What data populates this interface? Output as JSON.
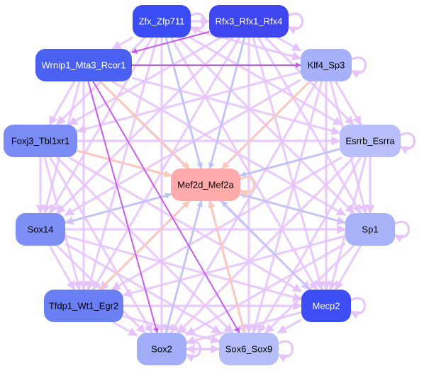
{
  "colors": {
    "edge_default": "#e6c3fb",
    "edge_strong": "#c45cf2",
    "edge_blue": "#b8c6f5",
    "edge_peach": "#fcc9b8",
    "center_fill": "#ffabab"
  },
  "nodes": [
    {
      "id": "zfx",
      "label": "Zfx_Zfp711",
      "fill": "#3a4df5",
      "text_color": "#ffffff"
    },
    {
      "id": "rfx",
      "label": "Rfx3_Rfx1_Rfx4",
      "fill": "#3f46f0",
      "text_color": "#ffffff"
    },
    {
      "id": "wrnip",
      "label": "Wrnip1_Mta3_Rcor1",
      "fill": "#4a60f0",
      "text_color": "#ffffff"
    },
    {
      "id": "klf4",
      "label": "Klf4_Sp3",
      "fill": "#a7b1fa",
      "text_color": "#000000"
    },
    {
      "id": "foxj3",
      "label": "Foxj3_Tbl1xr1",
      "fill": "#7b8cf7",
      "text_color": "#000000"
    },
    {
      "id": "esrrb",
      "label": "Esrrb_Esrra",
      "fill": "#b8bffb",
      "text_color": "#000000"
    },
    {
      "id": "mef2",
      "label": "Mef2d_Mef2a",
      "fill": "#ffabab",
      "text_color": "#000000"
    },
    {
      "id": "sox14",
      "label": "Sox14",
      "fill": "#7d8ff6",
      "text_color": "#000000"
    },
    {
      "id": "sp1",
      "label": "Sp1",
      "fill": "#a8b3fa",
      "text_color": "#000000"
    },
    {
      "id": "tfdp1",
      "label": "Tfdp1_Wt1_Egr2",
      "fill": "#6b7ff5",
      "text_color": "#000000"
    },
    {
      "id": "mecp2",
      "label": "Mecp2",
      "fill": "#3d4ef5",
      "text_color": "#ffffff"
    },
    {
      "id": "sox2",
      "label": "Sox2",
      "fill": "#a2adf8",
      "text_color": "#000000"
    },
    {
      "id": "sox6",
      "label": "Sox6_Sox9",
      "fill": "#b6befa",
      "text_color": "#000000"
    }
  ],
  "edges": [
    {
      "from": "wrnip",
      "to": "sox6",
      "type": "strong"
    },
    {
      "from": "wrnip",
      "to": "sox2",
      "type": "strong"
    },
    {
      "from": "rfx",
      "to": "wrnip",
      "type": "strong"
    },
    {
      "from": "wrnip",
      "to": "klf4",
      "type": "strong"
    },
    {
      "from": "zfx",
      "to": "mef2",
      "type": "blue"
    },
    {
      "from": "rfx",
      "to": "mef2",
      "type": "blue"
    },
    {
      "from": "wrnip",
      "to": "mef2",
      "type": "peach"
    },
    {
      "from": "klf4",
      "to": "mef2",
      "type": "peach"
    },
    {
      "from": "foxj3",
      "to": "mef2",
      "type": "peach"
    },
    {
      "from": "esrrb",
      "to": "mef2",
      "type": "blue"
    },
    {
      "from": "sox14",
      "to": "mef2",
      "type": "blue"
    },
    {
      "from": "sp1",
      "to": "mef2",
      "type": "blue"
    },
    {
      "from": "tfdp1",
      "to": "mef2",
      "type": "peach"
    },
    {
      "from": "mecp2",
      "to": "mef2",
      "type": "blue"
    },
    {
      "from": "sox2",
      "to": "mef2",
      "type": "blue"
    },
    {
      "from": "sox6",
      "to": "mef2",
      "type": "peach"
    },
    {
      "from": "zfx",
      "to": "rfx",
      "type": "default"
    },
    {
      "from": "zfx",
      "to": "wrnip",
      "type": "default"
    },
    {
      "from": "zfx",
      "to": "klf4",
      "type": "default"
    },
    {
      "from": "zfx",
      "to": "foxj3",
      "type": "default"
    },
    {
      "from": "zfx",
      "to": "esrrb",
      "type": "default"
    },
    {
      "from": "zfx",
      "to": "sox14",
      "type": "default"
    },
    {
      "from": "zfx",
      "to": "sp1",
      "type": "default"
    },
    {
      "from": "zfx",
      "to": "tfdp1",
      "type": "default"
    },
    {
      "from": "zfx",
      "to": "mecp2",
      "type": "default"
    },
    {
      "from": "zfx",
      "to": "sox2",
      "type": "default"
    },
    {
      "from": "zfx",
      "to": "sox6",
      "type": "default"
    },
    {
      "from": "rfx",
      "to": "klf4",
      "type": "default"
    },
    {
      "from": "rfx",
      "to": "foxj3",
      "type": "default"
    },
    {
      "from": "rfx",
      "to": "esrrb",
      "type": "default"
    },
    {
      "from": "rfx",
      "to": "sox14",
      "type": "default"
    },
    {
      "from": "rfx",
      "to": "sp1",
      "type": "default"
    },
    {
      "from": "rfx",
      "to": "tfdp1",
      "type": "default"
    },
    {
      "from": "rfx",
      "to": "mecp2",
      "type": "default"
    },
    {
      "from": "rfx",
      "to": "sox2",
      "type": "default"
    },
    {
      "from": "rfx",
      "to": "sox6",
      "type": "default"
    },
    {
      "from": "wrnip",
      "to": "foxj3",
      "type": "default"
    },
    {
      "from": "wrnip",
      "to": "esrrb",
      "type": "default"
    },
    {
      "from": "wrnip",
      "to": "sox14",
      "type": "default"
    },
    {
      "from": "wrnip",
      "to": "sp1",
      "type": "default"
    },
    {
      "from": "wrnip",
      "to": "tfdp1",
      "type": "default"
    },
    {
      "from": "wrnip",
      "to": "mecp2",
      "type": "default"
    },
    {
      "from": "klf4",
      "to": "foxj3",
      "type": "default"
    },
    {
      "from": "klf4",
      "to": "esrrb",
      "type": "default"
    },
    {
      "from": "klf4",
      "to": "sox14",
      "type": "default"
    },
    {
      "from": "klf4",
      "to": "sp1",
      "type": "default"
    },
    {
      "from": "klf4",
      "to": "tfdp1",
      "type": "default"
    },
    {
      "from": "klf4",
      "to": "mecp2",
      "type": "default"
    },
    {
      "from": "klf4",
      "to": "sox2",
      "type": "default"
    },
    {
      "from": "klf4",
      "to": "sox6",
      "type": "default"
    },
    {
      "from": "foxj3",
      "to": "esrrb",
      "type": "default"
    },
    {
      "from": "foxj3",
      "to": "sox14",
      "type": "default"
    },
    {
      "from": "foxj3",
      "to": "sp1",
      "type": "default"
    },
    {
      "from": "foxj3",
      "to": "tfdp1",
      "type": "default"
    },
    {
      "from": "foxj3",
      "to": "mecp2",
      "type": "default"
    },
    {
      "from": "foxj3",
      "to": "sox2",
      "type": "default"
    },
    {
      "from": "foxj3",
      "to": "sox6",
      "type": "default"
    },
    {
      "from": "esrrb",
      "to": "sox14",
      "type": "default"
    },
    {
      "from": "esrrb",
      "to": "sp1",
      "type": "default"
    },
    {
      "from": "esrrb",
      "to": "tfdp1",
      "type": "default"
    },
    {
      "from": "esrrb",
      "to": "mecp2",
      "type": "default"
    },
    {
      "from": "esrrb",
      "to": "sox2",
      "type": "default"
    },
    {
      "from": "esrrb",
      "to": "sox6",
      "type": "default"
    },
    {
      "from": "sox14",
      "to": "sp1",
      "type": "default"
    },
    {
      "from": "sox14",
      "to": "tfdp1",
      "type": "default"
    },
    {
      "from": "sox14",
      "to": "mecp2",
      "type": "default"
    },
    {
      "from": "sox14",
      "to": "sox2",
      "type": "default"
    },
    {
      "from": "sox14",
      "to": "sox6",
      "type": "default"
    },
    {
      "from": "sp1",
      "to": "tfdp1",
      "type": "default"
    },
    {
      "from": "sp1",
      "to": "mecp2",
      "type": "default"
    },
    {
      "from": "sp1",
      "to": "sox2",
      "type": "default"
    },
    {
      "from": "sp1",
      "to": "sox6",
      "type": "default"
    },
    {
      "from": "tfdp1",
      "to": "mecp2",
      "type": "default"
    },
    {
      "from": "tfdp1",
      "to": "sox2",
      "type": "default"
    },
    {
      "from": "tfdp1",
      "to": "sox6",
      "type": "default"
    },
    {
      "from": "mecp2",
      "to": "sox2",
      "type": "default"
    },
    {
      "from": "mecp2",
      "to": "sox6",
      "type": "default"
    },
    {
      "from": "sox2",
      "to": "sox6",
      "type": "default"
    },
    {
      "from": "sox6",
      "to": "sox2",
      "type": "default"
    }
  ],
  "self_loops": [
    "rfx",
    "klf4",
    "esrrb",
    "sp1",
    "mecp2",
    "sox2",
    "sox6",
    "zfx",
    "mef2"
  ]
}
